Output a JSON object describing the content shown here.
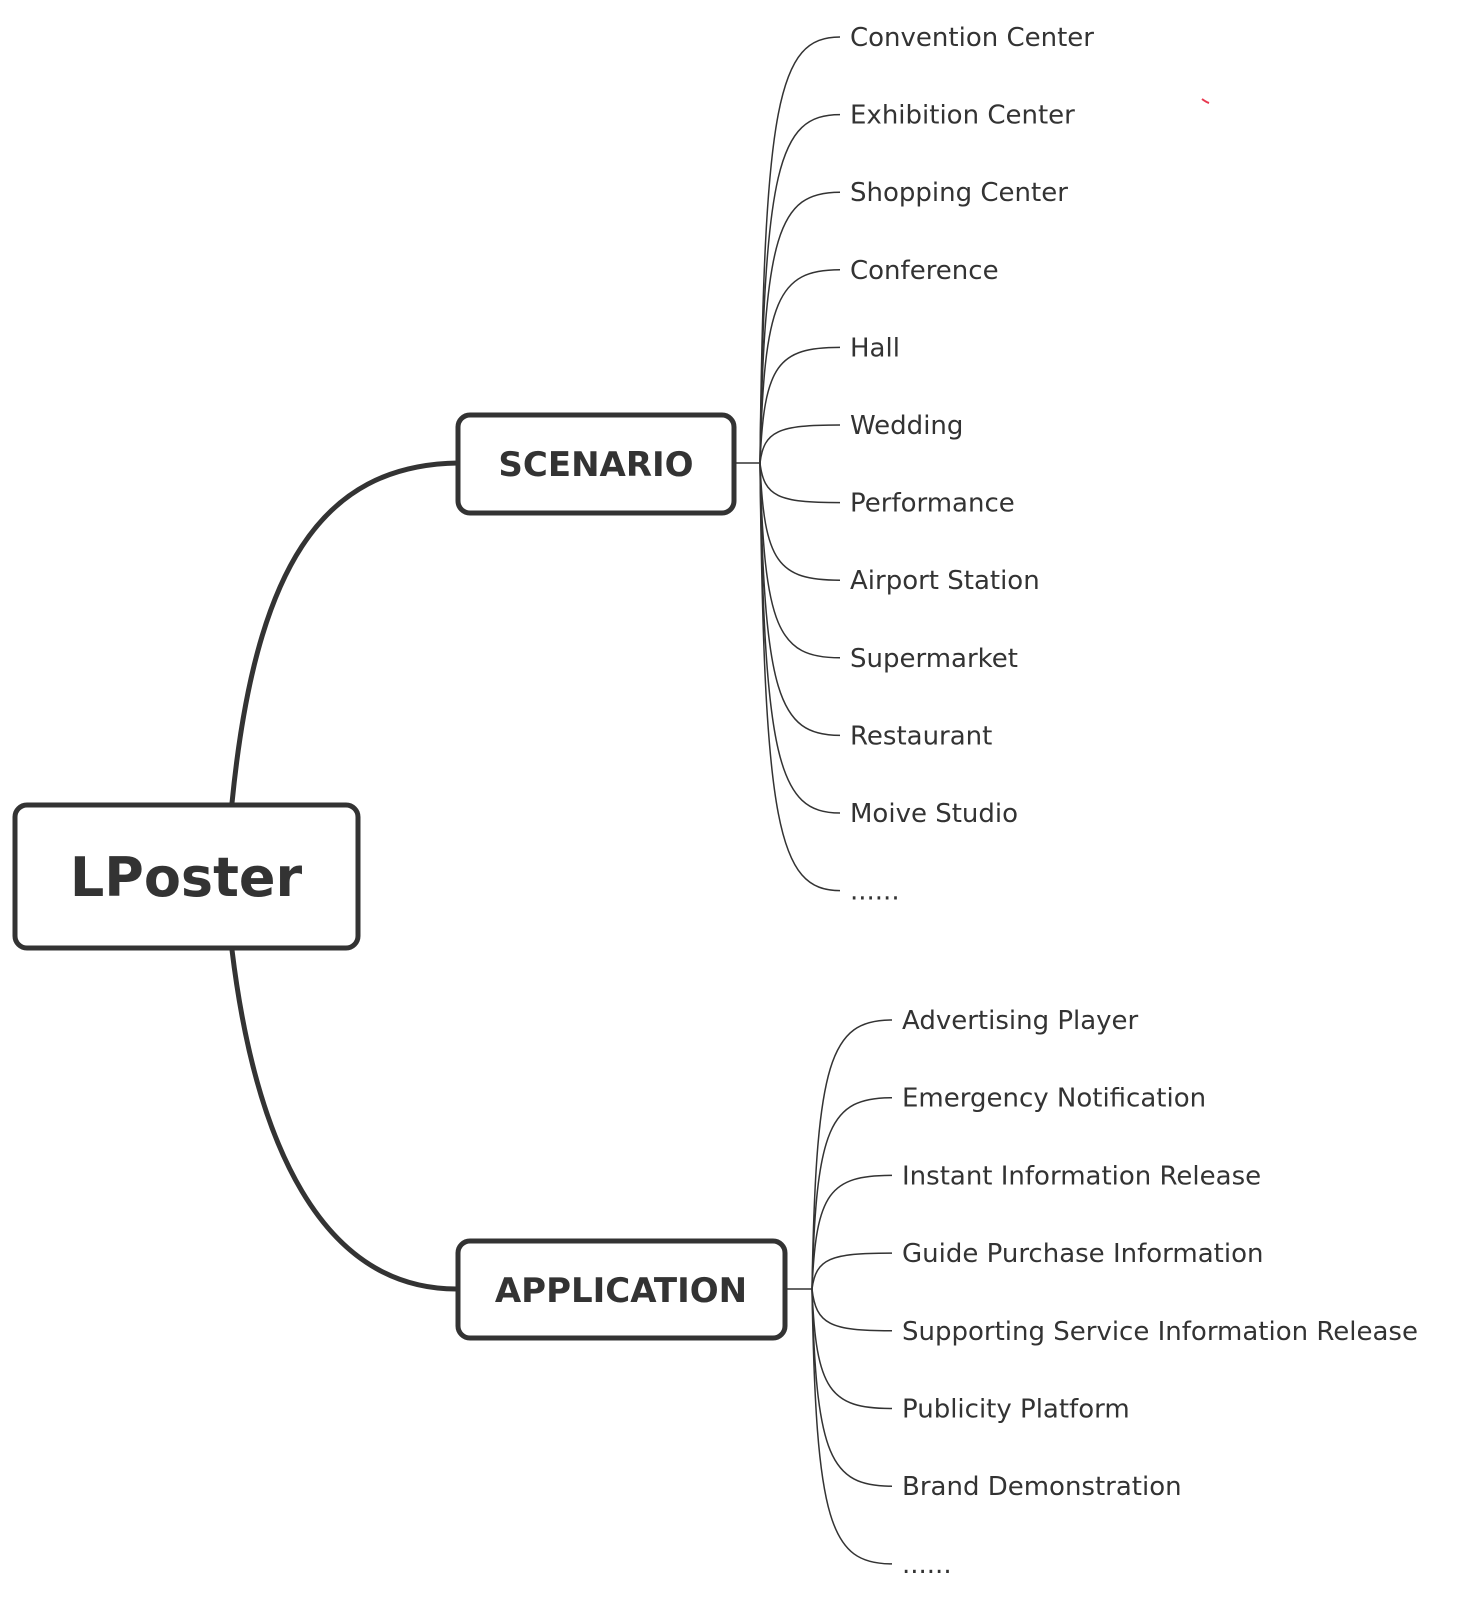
{
  "root": {
    "label": "LPoster"
  },
  "branches": [
    {
      "label": "SCENARIO",
      "items": [
        "Convention Center",
        "Exhibition Center",
        "Shopping Center",
        "Conference",
        "Hall",
        "Wedding",
        "Performance",
        "Airport Station",
        "Supermarket",
        "Restaurant",
        "Moive Studio",
        "......"
      ]
    },
    {
      "label": "APPLICATION",
      "items": [
        "Advertising Player",
        "Emergency Notification",
        "Instant Information Release",
        "Guide Purchase Information",
        "Supporting Service Information Release",
        "Publicity Platform",
        "Brand Demonstration",
        "......"
      ]
    }
  ]
}
